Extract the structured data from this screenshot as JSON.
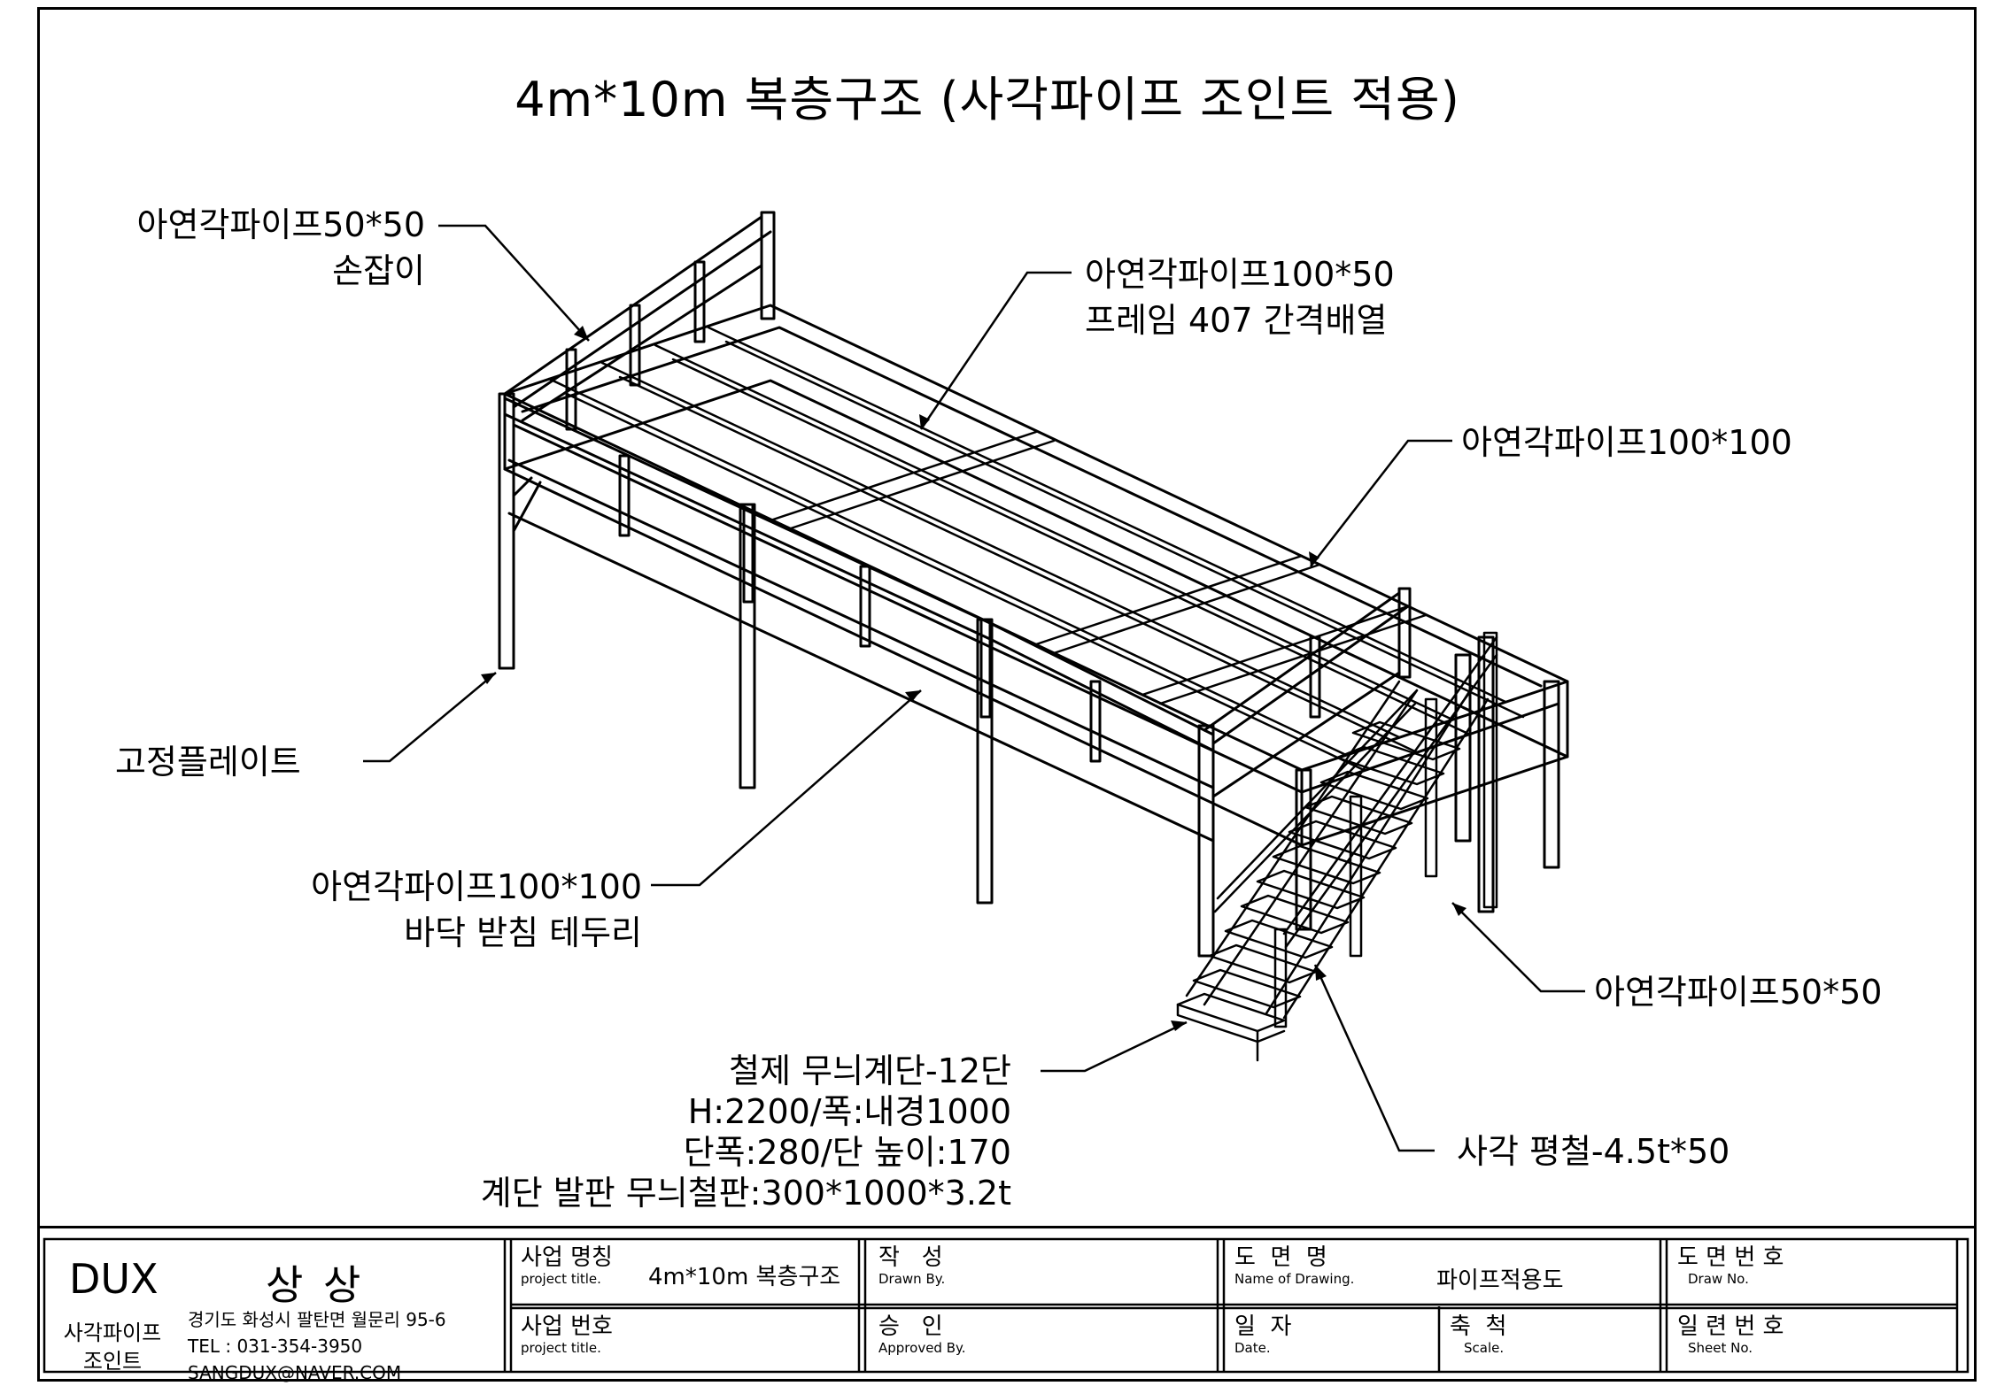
{
  "title": "4m*10m 복층구조 (사각파이프 조인트 적용)",
  "labels": {
    "handrail_pipe": "아연각파이프50*50",
    "handrail_name": "손잡이",
    "frame_pipe": "아연각파이프100*50",
    "frame_spacing": "프레임 407 간격배열",
    "column_pipe": "아연각파이프100*100",
    "base_plate": "고정플레이트",
    "edge_pipe": "아연각파이프100*100",
    "edge_name": "바닥 받침 테두리",
    "stair_post_pipe": "아연각파이프50*50",
    "stair_title": "철제 무늬계단-12단",
    "stair_dims": "H:2200/폭:내경1000",
    "stair_step": "단폭:280/단 높이:170",
    "stair_plate": "계단 발판 무늬철판:300*1000*3.2t",
    "flat_bar": "사각 평철-4.5t*50"
  },
  "titleblock": {
    "company": "DUX",
    "brand": "상 상",
    "product_line1": "사각파이프",
    "product_line2": "조인트",
    "address": "경기도 화성시 팔탄면 월문리 95-6",
    "tel": "TEL : 031-354-3950",
    "email": "SANGDUX@NAVER.COM",
    "project_name_label": "사업 명칭",
    "project_name_sub": "project title.",
    "project_name_value": "4m*10m 복층구조",
    "project_no_label": "사업 번호",
    "project_no_sub": "project title.",
    "drawn_label": "작   성",
    "drawn_sub": "Drawn By.",
    "approved_label": "승   인",
    "approved_sub": "Approved By.",
    "drawing_name_label": "도  면  명",
    "drawing_name_sub": "Name of Drawing.",
    "drawing_name_value": "파이프적용도",
    "date_label": "일  자",
    "date_sub": "Date.",
    "scale_label": "축  척",
    "scale_sub": "Scale.",
    "drawing_no_label": "도 면 번 호",
    "drawing_no_sub": "Draw No.",
    "sheet_no_label": "일 련 번 호",
    "sheet_no_sub": "Sheet No."
  }
}
